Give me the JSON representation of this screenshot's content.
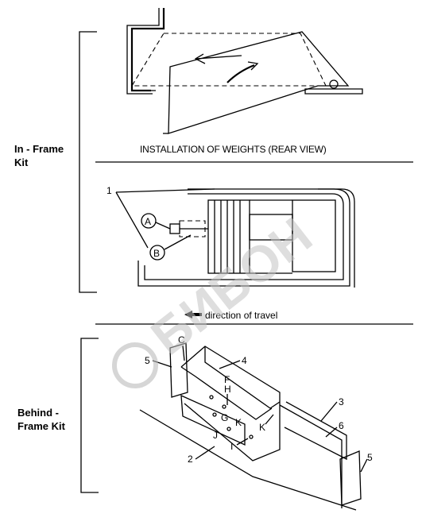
{
  "sections": {
    "in_frame": "In - Frame\nKit",
    "behind_frame": "Behind -\nFrame Kit"
  },
  "title": "INSTALLATION OF WEIGHTS (REAR VIEW)",
  "direction_label": "direction of travel",
  "watermark": "БИБОН",
  "callouts": {
    "c1": "1",
    "cA": "A",
    "cB": "B",
    "cC": "C",
    "c2": "2",
    "c3": "3",
    "c4": "4",
    "c5a": "5",
    "c5b": "5",
    "c6": "6",
    "cF": "F",
    "cH": "H",
    "cG": "G",
    "cK1": "K",
    "cK2": "K",
    "cJ": "J",
    "cI": "I"
  }
}
